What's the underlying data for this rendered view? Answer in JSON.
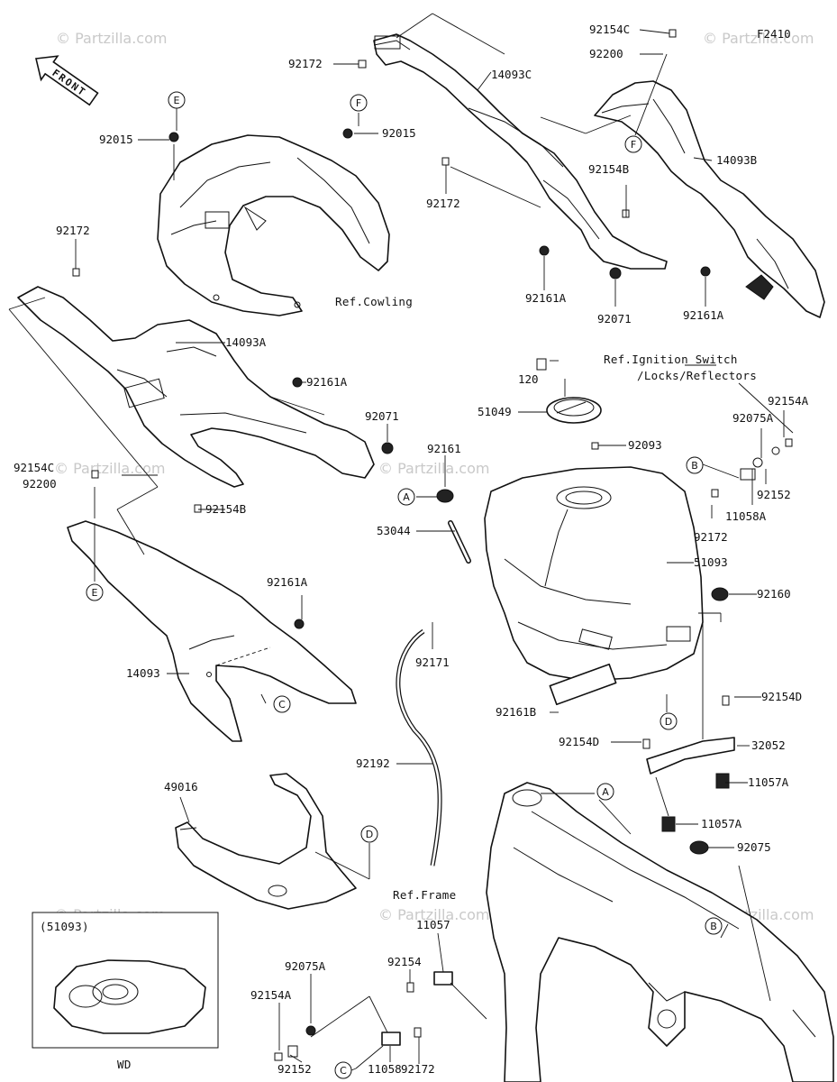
{
  "figure_code": "F2410",
  "watermark": "© Partzilla.com",
  "front_arrow_label": "FRONT",
  "part_labels": {
    "p92154C_top": "92154C",
    "p92200_top": "92200",
    "p92172_a": "92172",
    "p14093C": "14093C",
    "p92015_e": "92015",
    "p92015_f": "92015",
    "p14093B": "14093B",
    "p92172_b": "92172",
    "p92154B_top": "92154B",
    "p92172_c": "92172",
    "p92161A_top1": "92161A",
    "p92071_top": "92071",
    "p92161A_top2": "92161A",
    "p14093A": "14093A",
    "p92161A_mid": "92161A",
    "p120": "120",
    "p51049": "51049",
    "p92093": "92093",
    "p92154A_r": "92154A",
    "p92075A_r": "92075A",
    "p92071_mid": "92071",
    "p92161": "92161",
    "p92154C_left": "92154C",
    "p92200_left": "92200",
    "p92154B_mid": "92154B",
    "p92152_r": "92152",
    "p11058A": "11058A",
    "p92172_r": "92172",
    "p53044": "53044",
    "p51093": "51093",
    "p92161A_low": "92161A",
    "p92160": "92160",
    "p14093": "14093",
    "p92171": "92171",
    "p92161B": "92161B",
    "p92154D_r": "92154D",
    "p92154D_l": "92154D",
    "p32052": "32052",
    "p92192": "92192",
    "p11057A_1": "11057A",
    "p49016": "49016",
    "p11057A_2": "11057A",
    "p92075": "92075",
    "p11057": "11057",
    "p92075A_low": "92075A",
    "p92154": "92154",
    "p92154A_low": "92154A",
    "p92172_low": "92172",
    "p92152_low": "92152",
    "p11058": "11058"
  },
  "references": {
    "cowling": "Ref.Cowling",
    "ignition_line1": "Ref.Ignition Switch",
    "ignition_line2": "/Locks/Reflectors",
    "frame": "Ref.Frame"
  },
  "callout_letters": {
    "E": "E",
    "F": "F",
    "A": "A",
    "B": "B",
    "C": "C",
    "D": "D"
  },
  "inset": {
    "title": "(51093)",
    "caption": "WD"
  }
}
